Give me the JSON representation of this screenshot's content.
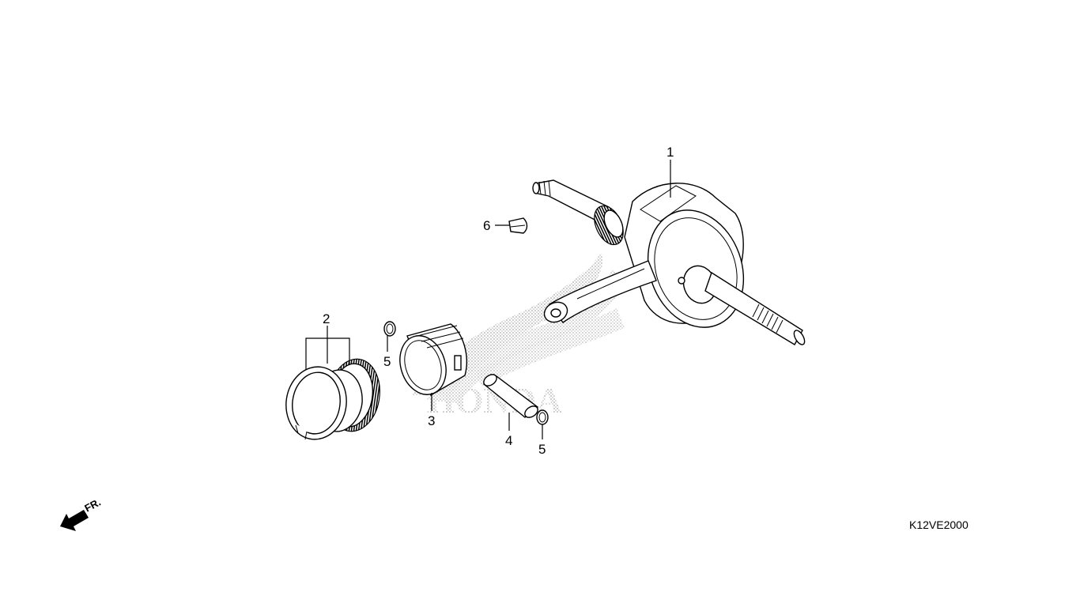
{
  "diagram": {
    "code": "K12VE2000",
    "direction_label": "FR.",
    "watermark": "HONDA",
    "callouts": [
      {
        "id": "1",
        "label": "1"
      },
      {
        "id": "2",
        "label": "2"
      },
      {
        "id": "3",
        "label": "3"
      },
      {
        "id": "4",
        "label": "4"
      },
      {
        "id": "5a",
        "label": "5"
      },
      {
        "id": "5b",
        "label": "5"
      },
      {
        "id": "6",
        "label": "6"
      }
    ]
  },
  "colors": {
    "line": "#000000",
    "stipple": "#9a9a9a",
    "background": "#ffffff"
  }
}
